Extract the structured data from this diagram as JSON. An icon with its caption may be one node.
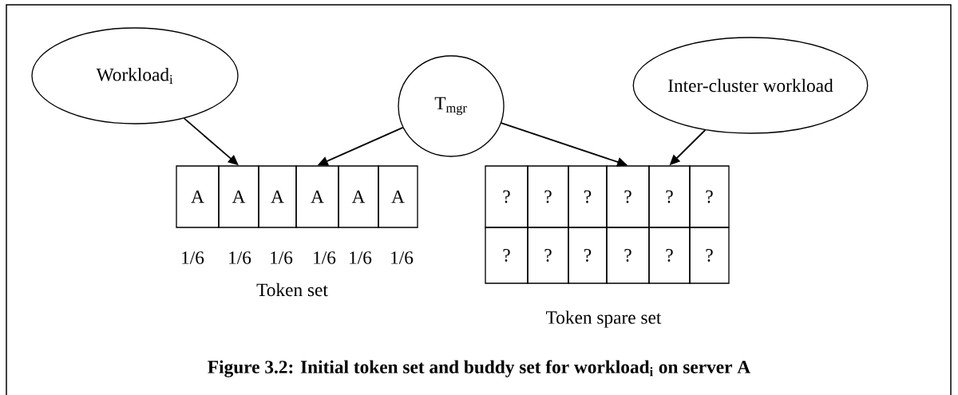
{
  "diagram": {
    "caption": "Figure 3.2: Initial token set and buddy set for workload$_{i}$ on server A",
    "nodes": [
      {
        "text": [
          "Workload$_{i}$"
        ]
      },
      {
        "text": [
          "T$_{mgr}$"
        ]
      },
      {
        "text": [
          "Inter-cluster workload"
        ]
      },
      {
        "text": [
          "A"
        ]
      },
      {
        "text": [
          "A"
        ]
      },
      {
        "text": [
          "A"
        ]
      },
      {
        "text": [
          "A"
        ]
      },
      {
        "text": [
          "A"
        ]
      },
      {
        "text": [
          "A"
        ]
      },
      {
        "text": [
          "?"
        ]
      },
      {
        "text": [
          "?"
        ]
      },
      {
        "text": [
          "?"
        ]
      },
      {
        "text": [
          "?"
        ]
      },
      {
        "text": [
          "?"
        ]
      },
      {
        "text": [
          "?"
        ]
      },
      {
        "text": [
          "?"
        ]
      },
      {
        "text": [
          "?"
        ]
      },
      {
        "text": [
          "?"
        ]
      },
      {
        "text": [
          "?"
        ]
      },
      {
        "text": [
          "?"
        ]
      },
      {
        "text": [
          "?"
        ]
      }
    ],
    "edges": [
      {
        "from": 0,
        "to": 4,
        "arrow": "to"
      },
      {
        "from": 1,
        "to": 6,
        "arrow": "to"
      },
      {
        "from": 1,
        "to": 12,
        "arrow": "to"
      },
      {
        "from": 2,
        "to": 13,
        "arrow": "to"
      }
    ],
    "labels": [
      "1/6",
      "1/6",
      "1/6",
      "1/6",
      "1/6",
      "1/6",
      "Token set",
      "Token spare set"
    ]
  }
}
